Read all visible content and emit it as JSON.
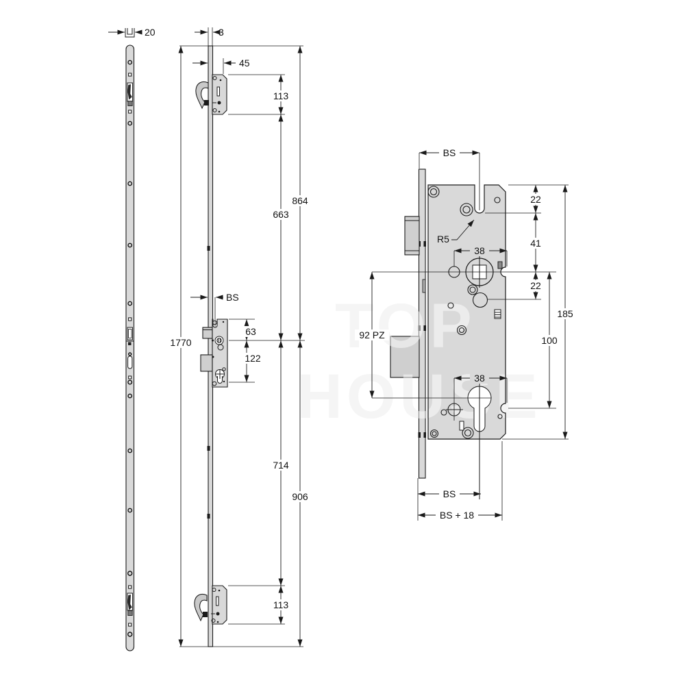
{
  "watermark": {
    "line1": "TOP",
    "line2": "HOUSE"
  },
  "side_view": {
    "channel_width": "20"
  },
  "front_view": {
    "faceplate_thickness": "3",
    "hook_case_offset": "45",
    "top_hook_case_height": "113",
    "spindle_to_top_end": "864",
    "spindle_to_top_hook": "663",
    "backset": "BS",
    "case_top_to_spindle": "63",
    "spindle_to_cylinder": "122",
    "overall_length": "1770",
    "spindle_to_bottom_hook": "714",
    "spindle_to_bottom_end": "906",
    "bottom_hook_case_height": "113"
  },
  "detail_view": {
    "backset_top": "BS",
    "top_edge_to_slot": "22",
    "slot_radius": "R5",
    "slot_to_spindle": "41",
    "upper_hole_span": "38",
    "spindle_to_side_hole": "22",
    "case_height": "185",
    "handle_to_cylinder": "92 PZ",
    "spindle_to_cylinder": "100",
    "lower_hole_span": "38",
    "backset_bottom": "BS",
    "overall_width": "BS + 18"
  }
}
